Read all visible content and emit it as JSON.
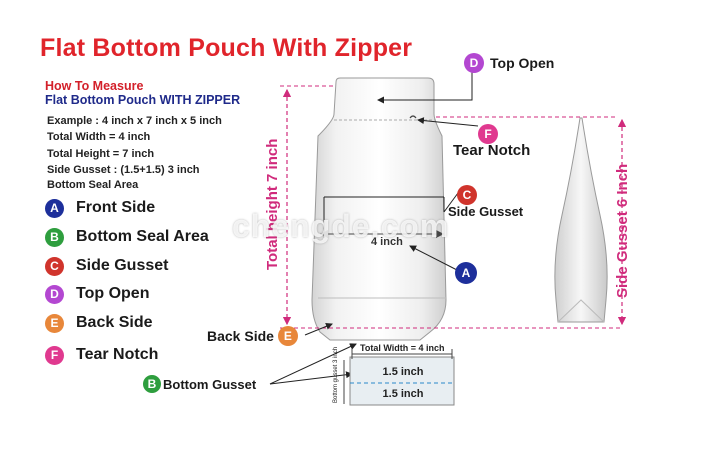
{
  "title": "Flat Bottom Pouch With Zipper",
  "how_to": {
    "line1": "How To Measure",
    "line2": "Flat Bottom Pouch WITH ZIPPER"
  },
  "specs": [
    "Example : 4 inch x 7 inch x 5 inch",
    "Total Width = 4 inch",
    "Total Height = 7 inch",
    "Side Gusset : (1.5+1.5) 3 inch",
    "Bottom Seal Area"
  ],
  "legend": [
    {
      "letter": "A",
      "label": "Front Side",
      "color": "#1d2f9b"
    },
    {
      "letter": "B",
      "label": "Bottom Seal Area",
      "color": "#2e9e3e"
    },
    {
      "letter": "C",
      "label": "Side Gusset",
      "color": "#d0342c"
    },
    {
      "letter": "D",
      "label": "Top Open",
      "color": "#b347d1"
    },
    {
      "letter": "E",
      "label": "Back Side",
      "color": "#e8873a"
    },
    {
      "letter": "F",
      "label": "Tear Notch",
      "color": "#e0398f"
    }
  ],
  "callouts": {
    "top_open": {
      "letter": "D",
      "label": "Top Open"
    },
    "tear_notch": {
      "letter": "F",
      "label": "Tear Notch"
    },
    "side_gusset": {
      "letter": "C",
      "label": "Side Gusset"
    },
    "front_side": {
      "letter": "A"
    },
    "back_side": {
      "letter": "E",
      "label": "Back Side"
    },
    "bottom_gusset": {
      "letter": "B",
      "label": "Bottom Gusset"
    }
  },
  "dimensions": {
    "total_height": "Total height 7 inch",
    "width": "4 inch",
    "side_gusset": "Side Gusset 6 Inch",
    "bottom_total_width": "Total Width = 4 inch",
    "bottom_gusset_vertical": "Bottom gusset 3 inch",
    "gusset_half_1": "1.5 inch",
    "gusset_half_2": "1.5 inch"
  },
  "watermark": "chengde.com"
}
